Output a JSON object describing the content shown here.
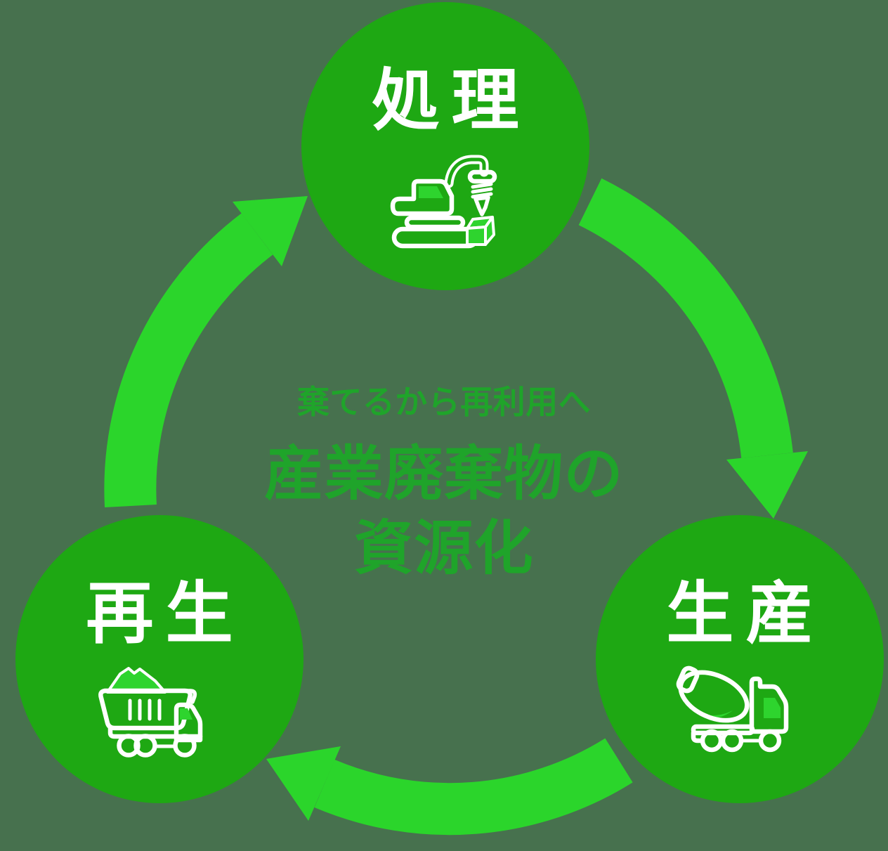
{
  "colors": {
    "background": "#47714E",
    "node-green": "#1EA813",
    "arrow-green": "#2BD52B",
    "accent-green": "#2ED42E",
    "center-text-green": "#1FA42A",
    "label-white": "#FFFFFF"
  },
  "center": {
    "tagline": "棄てるから再利用へ",
    "title_line1": "産業廃棄物の",
    "title_line2": "資源化"
  },
  "nodes": [
    {
      "id": "shori",
      "label": "処理",
      "icon": "excavator-breaker-icon"
    },
    {
      "id": "seisan",
      "label": "生産",
      "icon": "mixer-truck-icon"
    },
    {
      "id": "saisei",
      "label": "再生",
      "icon": "dump-truck-icon"
    }
  ],
  "arrows": [
    {
      "from": "処理",
      "to": "生産",
      "direction": "clockwise"
    },
    {
      "from": "生産",
      "to": "再生",
      "direction": "clockwise"
    },
    {
      "from": "再生",
      "to": "処理",
      "direction": "clockwise"
    }
  ]
}
